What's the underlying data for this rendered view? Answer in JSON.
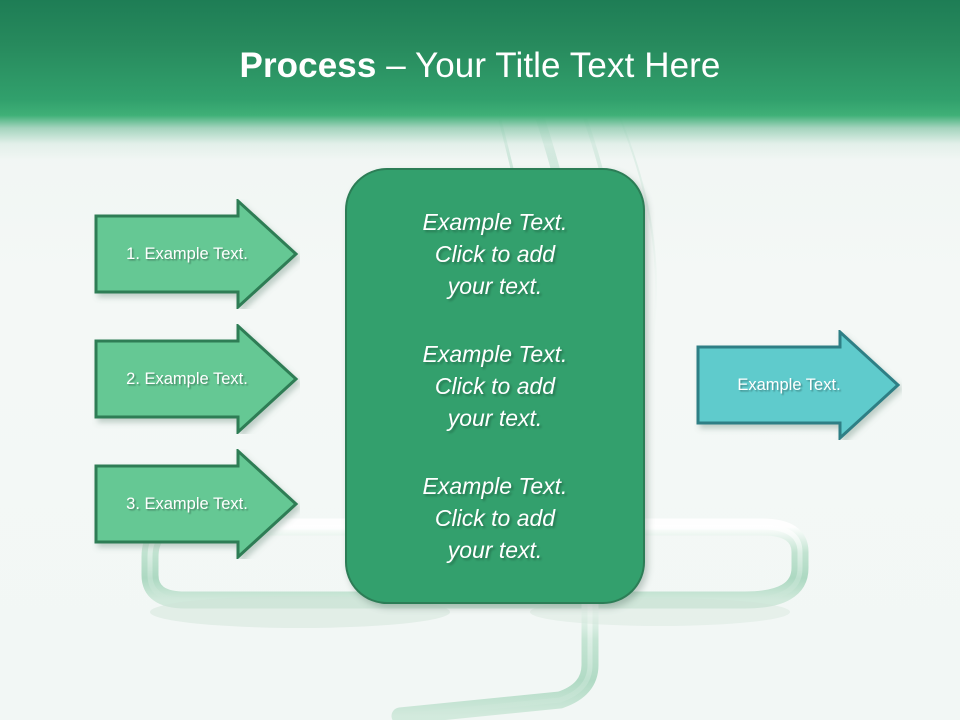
{
  "slide": {
    "title_strong": "Process",
    "title_rest": " – Your Title Text Here",
    "background_color": "#f2f7f5"
  },
  "header": {
    "gradient_top_color": "#1e7d55",
    "gradient_bottom_color": "#3fb077"
  },
  "left_arrows": [
    {
      "label": "1. Example Text.",
      "fill": "#65c894",
      "stroke": "#2e7d55"
    },
    {
      "label": "2. Example Text.",
      "fill": "#65c894",
      "stroke": "#2e7d55"
    },
    {
      "label": "3. Example Text.",
      "fill": "#65c894",
      "stroke": "#2e7d55"
    }
  ],
  "right_arrow": {
    "label": "Example Text.",
    "fill": "#5fcbcc",
    "stroke": "#2e7f85"
  },
  "center_box": {
    "fill": "#33a06d",
    "stroke": "#2c7d56",
    "paragraphs": [
      "Example Text.\nClick  to add\nyour text.",
      "Example Text.\nClick  to add\nyour text.",
      "Example Text.\nClick  to add\nyour text."
    ]
  },
  "decoration": {
    "pipe_color": "#b8ddc9",
    "swoosh_color": "#7fc2a2"
  }
}
